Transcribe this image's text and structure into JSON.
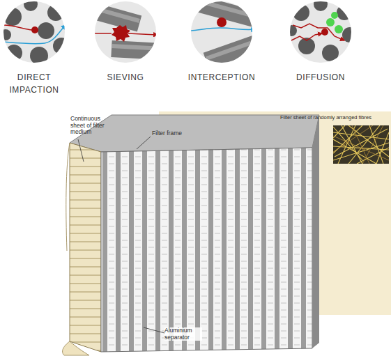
{
  "diagram": {
    "nodes": [
      {
        "text": [
          "DIRECT IMPACTION"
        ]
      },
      {
        "text": [
          "SIEVING"
        ]
      },
      {
        "text": [
          "INTERCEPTION"
        ]
      },
      {
        "text": [
          "DIFFUSION"
        ]
      }
    ],
    "labels": [
      "Continuous sheet of filter medium",
      "Filter frame",
      "Filter sheet of randomly arranged fibres",
      "Aluminium separator"
    ]
  }
}
